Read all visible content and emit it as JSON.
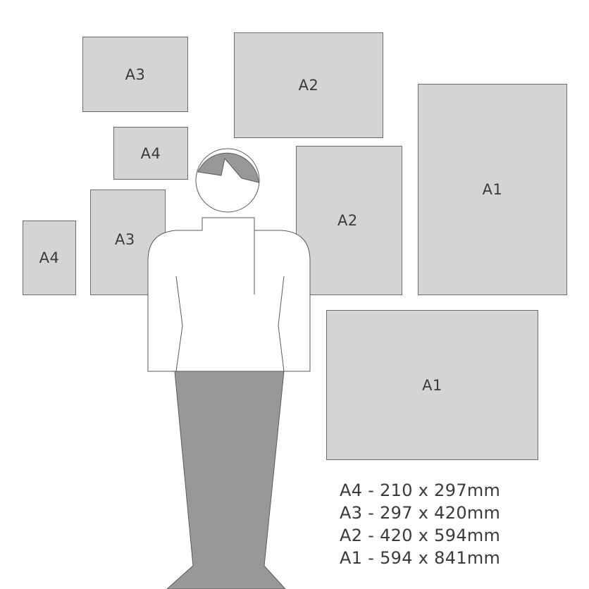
{
  "sheets": {
    "a3_top": "A3",
    "a2_top": "A2",
    "a4_upper": "A4",
    "a3_mid": "A3",
    "a4_left": "A4",
    "a2_mid": "A2",
    "a1_right": "A1",
    "a1_bottom": "A1"
  },
  "legend": [
    "A4 - 210 x 297mm",
    "A3 - 297 x 420mm",
    "A2 - 420 x 594mm",
    "A1 - 594 x 841mm"
  ],
  "colors": {
    "sheet_fill": "#d4d4d6",
    "sheet_border": "#6b6b6b",
    "figure_body": "#ffffff",
    "figure_legs": "#98989a",
    "figure_hair": "#98989a",
    "text": "#3a3a3a"
  }
}
